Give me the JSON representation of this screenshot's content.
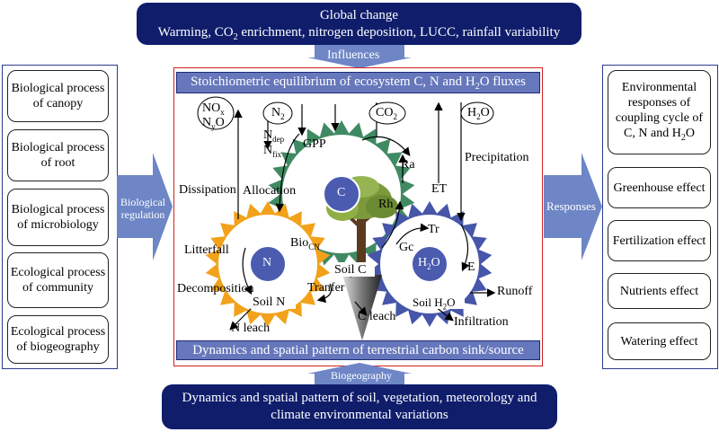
{
  "global_change": {
    "line1": "Global change",
    "line2_pre": "Warming, CO",
    "line2_sub": "2",
    "line2_post": " enrichment, nitrogen deposition, LUCC, rainfall variability"
  },
  "influences_label": "Influences",
  "top_bar": {
    "pre": "Stoichiometric equilibrium of ecosystem C, N and H",
    "sub": "2",
    "post": "O fluxes"
  },
  "bottom_bar": "Dynamics and spatial pattern of terrestrial carbon sink/source",
  "biogeography_label": "Biogeography",
  "bottom_box": "Dynamics and spatial pattern of soil, vegetation, meteorology and climate environmental variations",
  "left_items": [
    "Biological process of canopy",
    "Biological process of root",
    "Biological process of microbiology",
    "Ecological process of community",
    "Ecological process of biogeography"
  ],
  "right_items": {
    "env_pre": "Environmental responses of coupling cycle of C, N and H",
    "env_sub": "2",
    "env_post": "O",
    "greenhouse": "Greenhouse effect",
    "fertilization": "Fertilization effect",
    "nutrients": "Nutrients effect",
    "watering": "Watering effect"
  },
  "left_arrow_label": "Biological regulation",
  "right_arrow_label": "Responses",
  "center": {
    "no_top": "NO",
    "no_x": "x",
    "n2o_pre": "N",
    "n2o_sub": "y",
    "n2o_post": "O",
    "n2_pre": "N",
    "n2_sub": "2",
    "co2_pre": "CO",
    "co2_sub": "2",
    "h2o_pre": "H",
    "h2o_sub": "2",
    "h2o_post": "O",
    "ndep_pre": "N",
    "ndep_sub": "dep",
    "nfix_pre": "N",
    "nfix_sub": "fix",
    "gpp": "GPP",
    "ra": "Ra",
    "et": "ET",
    "precipitation": "Precipitation",
    "dissipation": "Dissipation",
    "allocation": "Allocation",
    "rh": "Rh",
    "tr": "Tr",
    "gc": "Gc",
    "e": "E",
    "litterfall": "Litterfall",
    "biocn_pre": "Bio",
    "biocn_sub": "CN",
    "decomposition": "Decomposition",
    "tranfer": "Tranfer",
    "soil_c": "Soil C",
    "soil_n": "Soil N",
    "soil_h2o_pre": "Soil H",
    "soil_h2o_sub": "2",
    "soil_h2o_post": "O",
    "runoff": "Runoff",
    "n_leach": "N leach",
    "c_leach": "C leach",
    "infiltration": "Infiltration",
    "c_core": "C",
    "n_core": "N",
    "h2o_core_pre": "H",
    "h2o_core_sub": "2",
    "h2o_core_post": "O"
  },
  "colors": {
    "navy": "#0f1d6b",
    "bar_blue": "#6677bb",
    "arrow_blue": "#6e86c6",
    "frame_red": "#d22020",
    "green_gear": "#3f8a62",
    "orange_gear": "#f2a21a",
    "blue_gear": "#4656a8",
    "core_blue": "#4a5bb0"
  }
}
